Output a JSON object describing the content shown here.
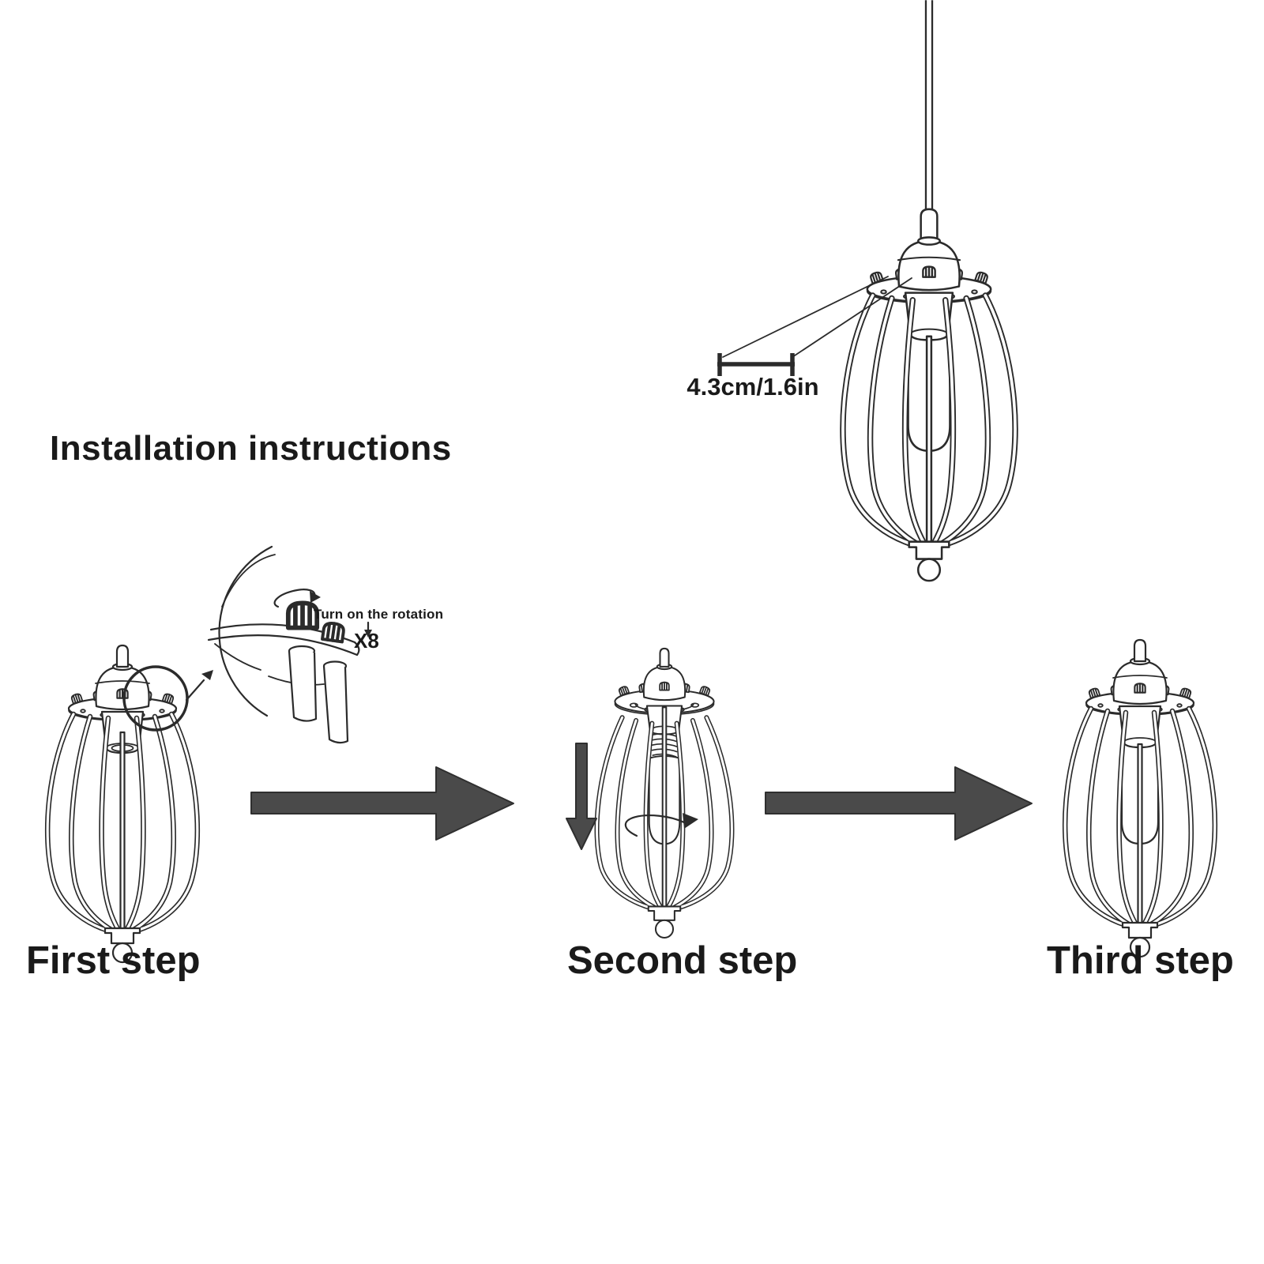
{
  "page": {
    "title": "Installation instructions",
    "colors": {
      "line": "#2b2b2b",
      "arrow": "#4a4a4a",
      "text": "#1a1a1a",
      "bg": "#ffffff"
    }
  },
  "pendant": {
    "measurement_label": "4.3cm/1.6in"
  },
  "callout": {
    "instruction": "Turn on the rotation",
    "count_label": "X8"
  },
  "steps": [
    {
      "label": "First step"
    },
    {
      "label": "Second step"
    },
    {
      "label": "Third step"
    }
  ]
}
